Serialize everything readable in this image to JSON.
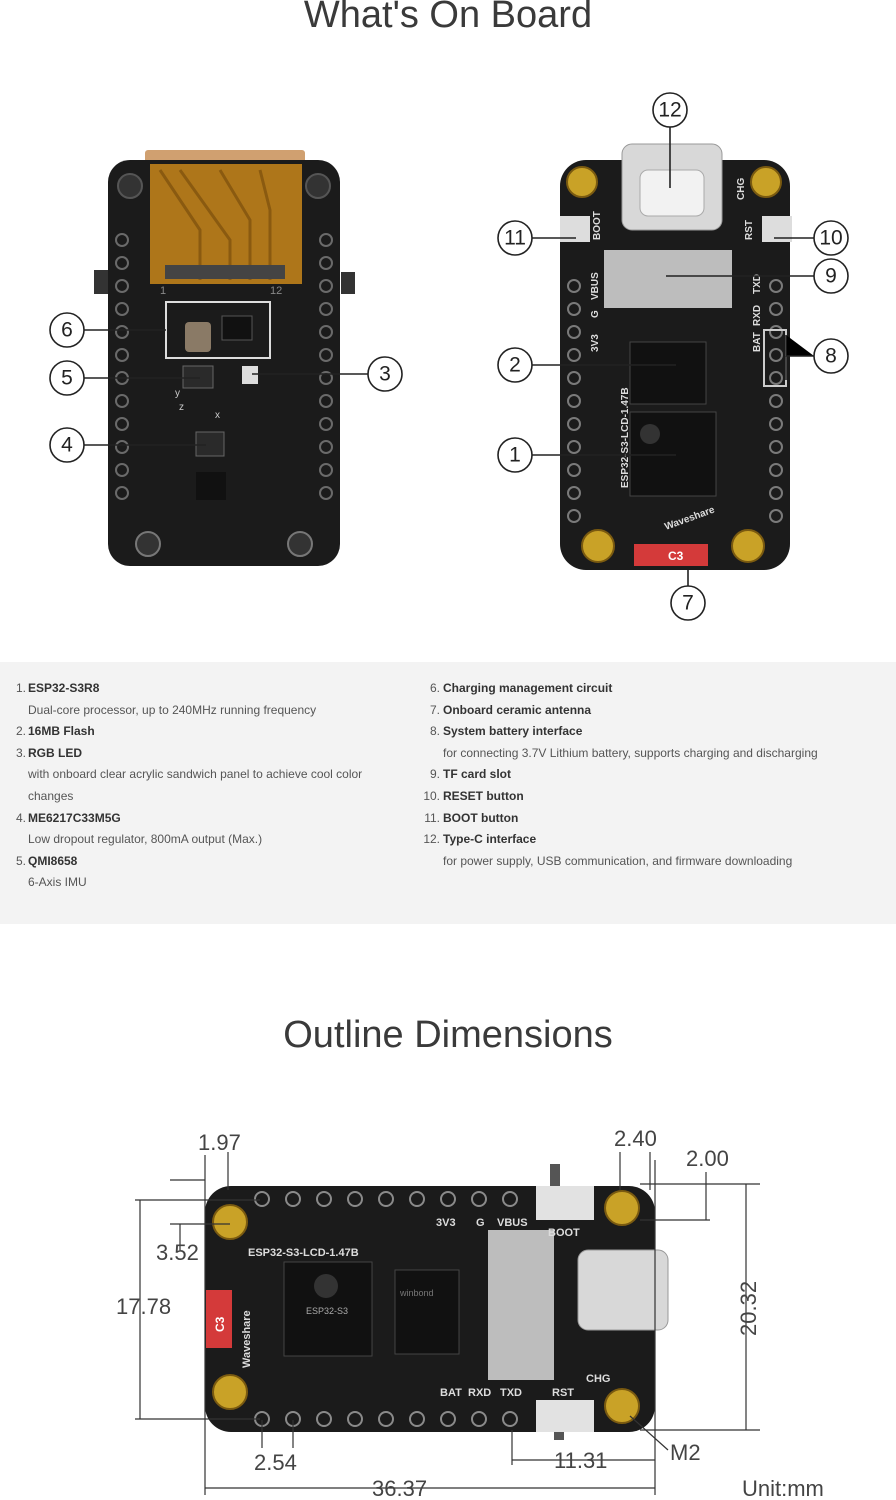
{
  "titles": {
    "onboard": "What's On Board",
    "dimensions": "Outline Dimensions"
  },
  "callouts": [
    "1",
    "2",
    "3",
    "4",
    "5",
    "6",
    "7",
    "8",
    "9",
    "10",
    "11",
    "12"
  ],
  "silkscreen": {
    "boot": "BOOT",
    "rst": "RST",
    "chg": "CHG",
    "vbus": "VBUS",
    "g": "G",
    "v3": "3V3",
    "bat": "BAT",
    "rxd": "RXD",
    "txd": "TXD",
    "board_name": "ESP32-S3-LCD-1.47B",
    "brand": "Waveshare",
    "c3": "C3",
    "chip": "ESP32-S3",
    "flash_brand": "winbond",
    "pin_1": "1",
    "pin_12": "12",
    "axis_x": "x",
    "axis_y": "y",
    "axis_z": "z"
  },
  "features_left": [
    {
      "num": "1.",
      "name": "ESP32-S3R8",
      "desc": [
        "Dual-core processor, up to 240MHz running frequency"
      ]
    },
    {
      "num": "2.",
      "name": "16MB Flash",
      "desc": []
    },
    {
      "num": "3.",
      "name": "RGB LED",
      "desc": [
        "with onboard clear acrylic sandwich panel to achieve cool color",
        "changes"
      ]
    },
    {
      "num": "4.",
      "name": "ME6217C33M5G",
      "desc": [
        "Low dropout regulator, 800mA output (Max.)"
      ]
    },
    {
      "num": "5.",
      "name": "QMI8658",
      "desc": [
        "6-Axis IMU"
      ]
    }
  ],
  "features_right": [
    {
      "num": "6.",
      "name": "Charging management circuit",
      "desc": []
    },
    {
      "num": "7.",
      "name": "Onboard ceramic antenna",
      "desc": []
    },
    {
      "num": "8.",
      "name": "System battery interface",
      "desc": [
        "for connecting 3.7V Lithium battery, supports charging and discharging"
      ]
    },
    {
      "num": "9.",
      "name": "TF card slot",
      "desc": []
    },
    {
      "num": "10.",
      "name": "RESET button",
      "desc": []
    },
    {
      "num": "11.",
      "name": "BOOT button",
      "desc": []
    },
    {
      "num": "12.",
      "name": "Type-C interface",
      "desc": [
        "for power supply, USB communication, and firmware downloading"
      ]
    }
  ],
  "dimensions": {
    "d1": "1.97",
    "d2": "3.52",
    "d3": "17.78",
    "d4": "2.54",
    "d5": "36.37",
    "d6": "2.40",
    "d7": "2.00",
    "d8": "20.32",
    "d9": "11.31",
    "d10": "M2",
    "unit": "Unit:mm"
  },
  "colors": {
    "pcb": "#1b1b1b",
    "gold": "#c9a227",
    "flex": "#c8861a",
    "band": "#f3f3f3",
    "antenna": "#d43a3a"
  }
}
